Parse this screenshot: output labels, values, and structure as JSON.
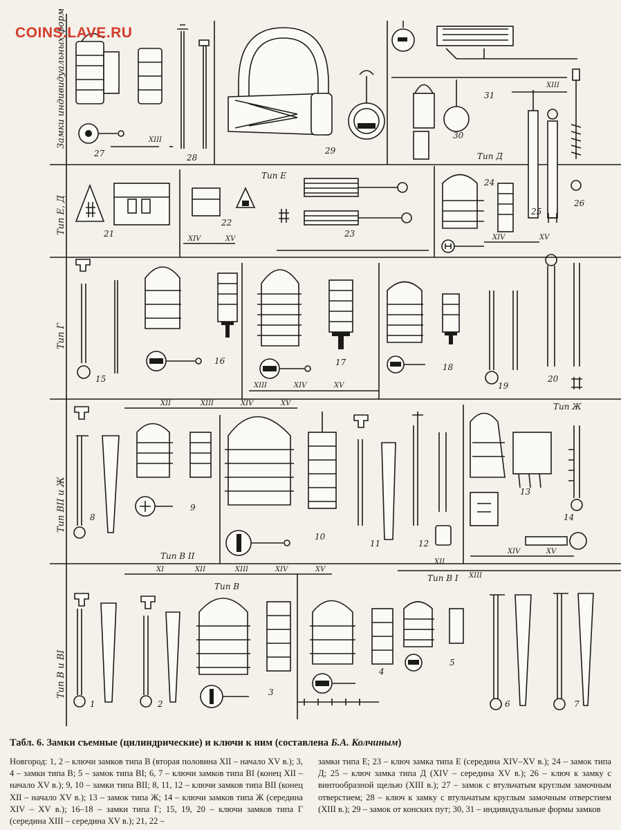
{
  "watermark": "COINS.LAVE.RU",
  "rows": [
    {
      "label": "Замки индивидуальных форм"
    },
    {
      "label": "Тип Е, Д"
    },
    {
      "label": "Тип Г"
    },
    {
      "label": "Тип ВII и Ж"
    },
    {
      "label": "Тип В и ВI"
    }
  ],
  "types": {
    "e": "Тип Е",
    "d": "Тип Д",
    "zh": "Тип Ж",
    "b2": "Тип В II",
    "b": "Тип В",
    "b1": "Тип В I"
  },
  "figures": [
    "1",
    "2",
    "3",
    "4",
    "5",
    "6",
    "7",
    "8",
    "9",
    "10",
    "11",
    "12",
    "13",
    "14",
    "15",
    "16",
    "17",
    "18",
    "19",
    "20",
    "21",
    "22",
    "23",
    "24",
    "25",
    "26",
    "27",
    "28",
    "29",
    "30",
    "31"
  ],
  "centuries": {
    "c12": "XII",
    "c13": "XIII",
    "c14": "XIV",
    "c15": "XV",
    "c11": "XI"
  },
  "caption": {
    "number": "Табл. 6.",
    "title": "Замки съемные (цилиндрические) и ключи к ним (составлена",
    "author": "Б.А. Колчиным",
    "close": ")"
  },
  "text": {
    "col1": "Новгород: 1, 2 – ключи замков типа В (вторая половина XII – начало XV в.); 3, 4 – замки типа В; 5 – замок типа ВI; 6, 7 – ключи замков типа ВI (конец XII – начало XV в.); 9, 10 – замки типа ВII; 8, 11, 12 – ключи замков типа ВII (конец XII – начало XV в.); 13 – замок типа Ж; 14 – ключи замков типа Ж (середина XIV – XV в.); 16–18 – замки типа Г; 15, 19, 20 – ключи замков типа Г (середина XIII – середина XV в.); 21, 22 –",
    "col2": "замки типа Е; 23 – ключ замка типа Е (середина XIV–XV в.); 24 – замок типа Д; 25 – ключ замка типа Д (XIV – середина XV в.); 26 – ключ к замку с винтообразной щелью (XIII в.); 27 – замок с втульчатым круглым замочным отверстием; 28 – ключ к замку с втульчатым круглым замочным отверстием (XIII в.); 29 – замок от конских пут; 30, 31 – индивидуальные формы замков"
  }
}
